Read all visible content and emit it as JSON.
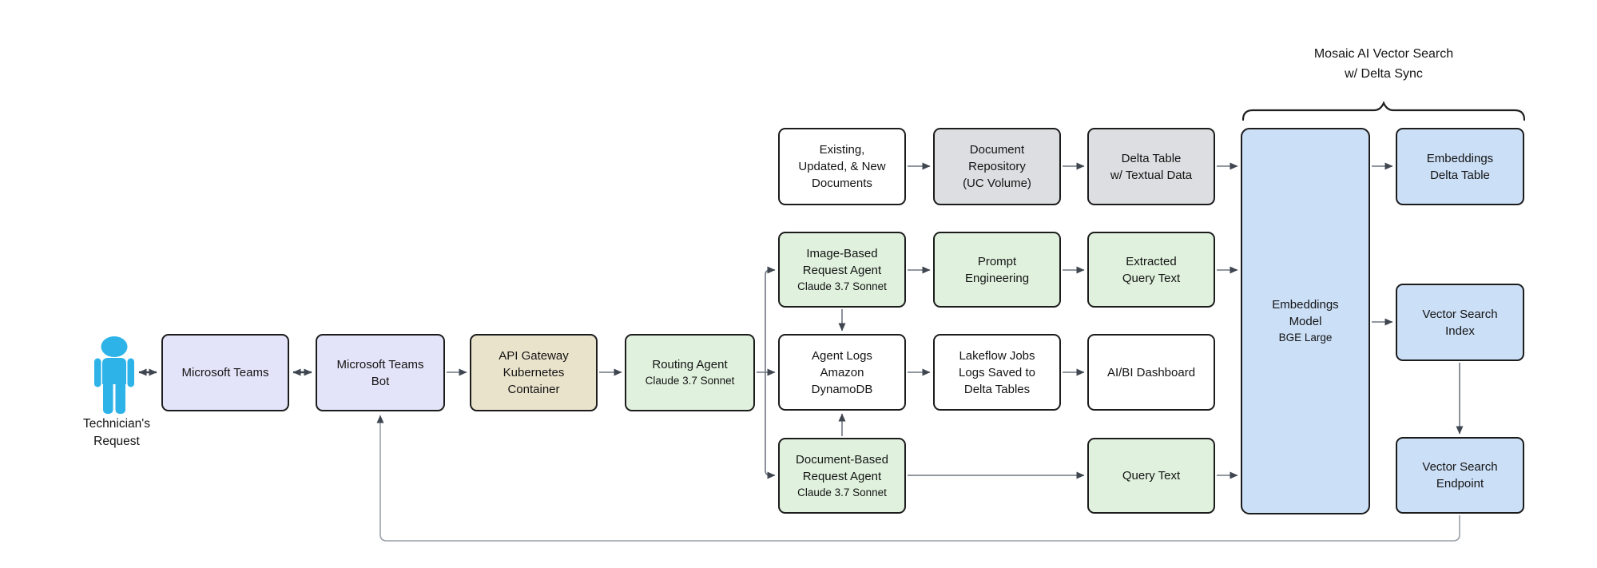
{
  "diagram_title": "Mosaic AI Vector Search\nw/ Delta Sync",
  "actor": {
    "icon": "person-icon",
    "label": "Technician's\nRequest"
  },
  "nodes": {
    "microsoft_teams": {
      "label": "Microsoft Teams"
    },
    "teams_bot": {
      "label": "Microsoft Teams\nBot"
    },
    "api_gateway": {
      "label": "API Gateway\nKubernetes\nContainer"
    },
    "routing_agent": {
      "label": "Routing Agent",
      "sublabel": "Claude 3.7 Sonnet"
    },
    "existing_docs": {
      "label": "Existing,\nUpdated, & New\nDocuments"
    },
    "doc_repository": {
      "label": "Document\nRepository\n(UC Volume)"
    },
    "delta_table_textual": {
      "label": "Delta Table\nw/ Textual Data"
    },
    "image_agent": {
      "label": "Image-Based\nRequest Agent",
      "sublabel": "Claude 3.7 Sonnet"
    },
    "prompt_engineering": {
      "label": "Prompt\nEngineering"
    },
    "extracted_query_text": {
      "label": "Extracted\nQuery Text"
    },
    "agent_logs": {
      "label": "Agent Logs\nAmazon\nDynamoDB"
    },
    "lakeflow_jobs": {
      "label": "Lakeflow Jobs\nLogs Saved to\nDelta Tables"
    },
    "aibi_dashboard": {
      "label": "AI/BI Dashboard"
    },
    "document_agent": {
      "label": "Document-Based\nRequest Agent",
      "sublabel": "Claude 3.7 Sonnet"
    },
    "query_text": {
      "label": "Query Text"
    },
    "embeddings_model": {
      "label": "Embeddings\nModel",
      "sublabel": "BGE Large"
    },
    "embeddings_delta_table": {
      "label": "Embeddings\nDelta Table"
    },
    "vector_search_index": {
      "label": "Vector Search\nIndex"
    },
    "vector_search_endpoint": {
      "label": "Vector Search\nEndpoint"
    }
  },
  "colors": {
    "lavender_box": "#E3E3F9",
    "tan_box": "#EAE3CC",
    "green_box": "#E0F2DE",
    "gray_box": "#DDDEE1",
    "blue_box": "#CBDFF7",
    "white_box": "#FFFFFF",
    "box_border": "#1C1C1C",
    "connector": "#6F7680",
    "arrowhead": "#3F4650",
    "feedback_line": "#9AA0A8",
    "brace": "#1F1F1F",
    "person": "#2DB3E8"
  }
}
